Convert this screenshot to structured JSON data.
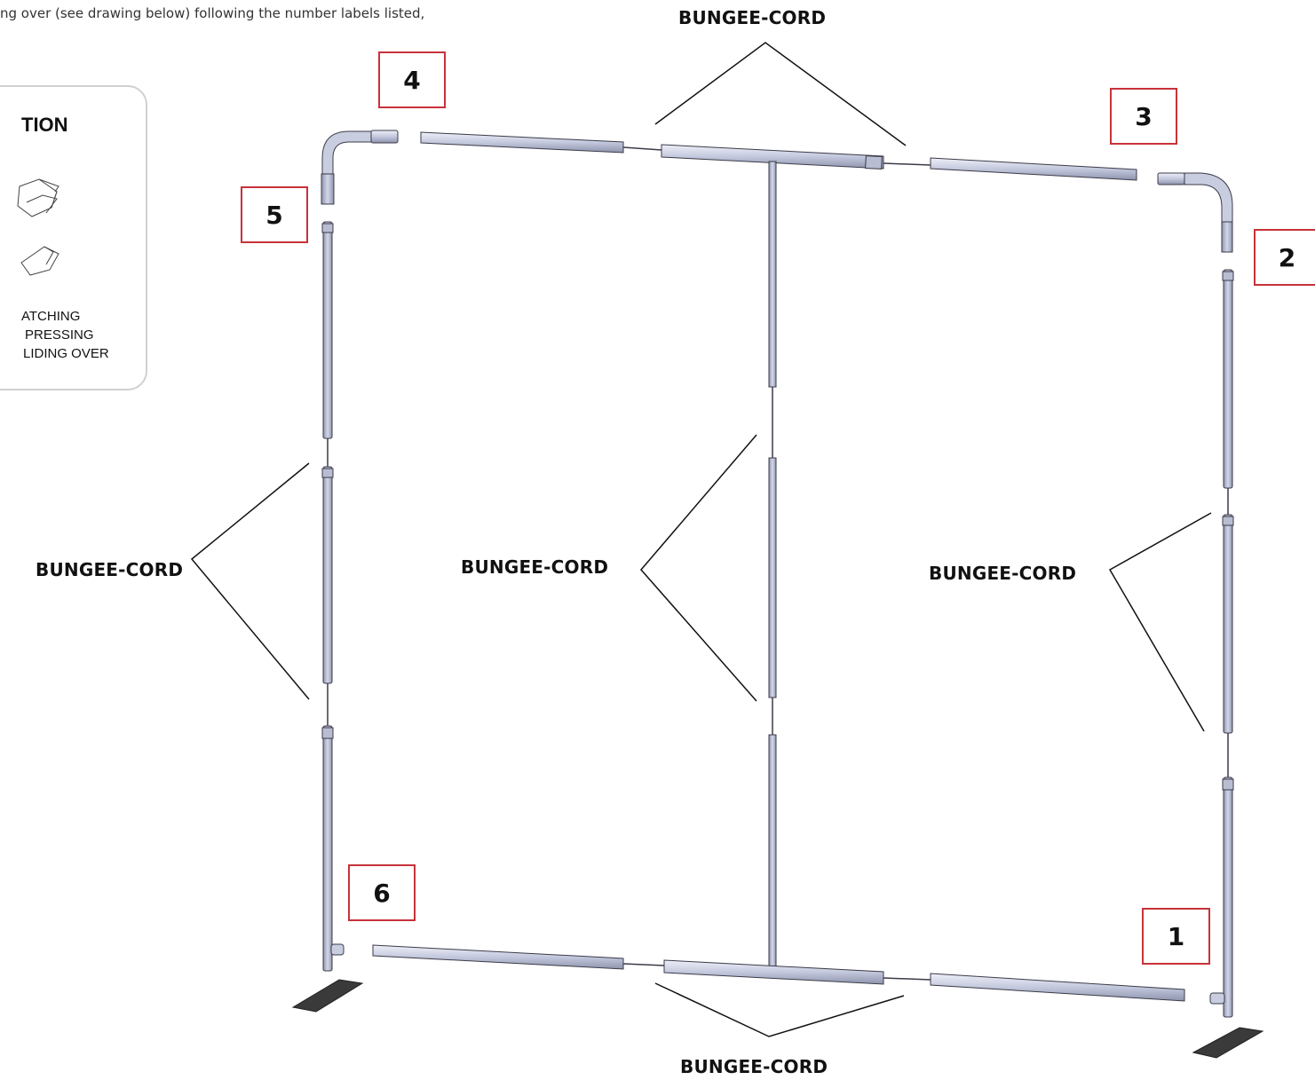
{
  "intro_text": "ng over (see drawing below) following the number labels listed,",
  "inset": {
    "title": "TION",
    "lines": [
      "ATCHING",
      "PRESSING",
      "LIDING OVER"
    ]
  },
  "number_labels": [
    "1",
    "2",
    "3",
    "4",
    "5",
    "6"
  ],
  "cord_label": "BUNGEE-CORD",
  "colors": {
    "label_border": "#c8323a",
    "pole_fill": "#c9cde0",
    "pole_stroke": "#3b3b48",
    "foot": "#3a3a3a"
  }
}
